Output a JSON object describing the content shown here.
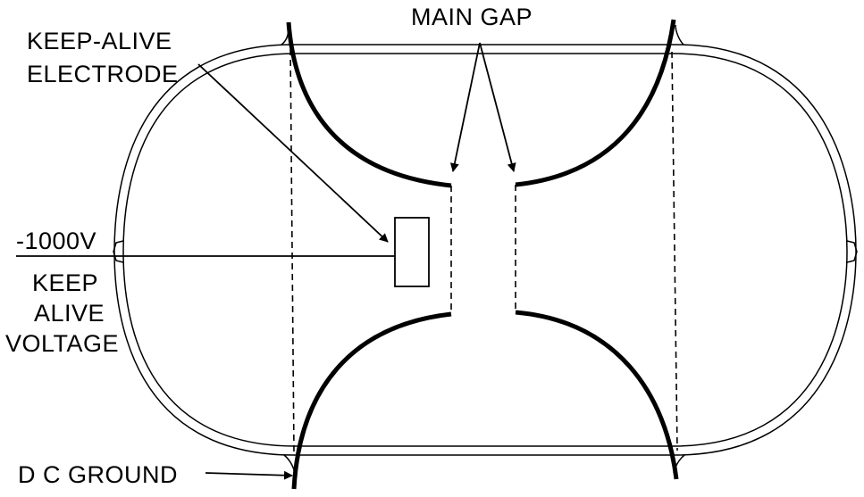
{
  "labels": {
    "main_gap": "MAIN  GAP",
    "keep_alive_electrode_1": "KEEP-ALIVE",
    "keep_alive_electrode_2": "ELECTRODE",
    "voltage_value": "-1000V",
    "keep_alive_voltage_1": "KEEP",
    "keep_alive_voltage_2": "ALIVE",
    "keep_alive_voltage_3": "VOLTAGE",
    "dc_ground": "D C  GROUND"
  },
  "colors": {
    "ink": "#000000",
    "background": "#ffffff"
  }
}
